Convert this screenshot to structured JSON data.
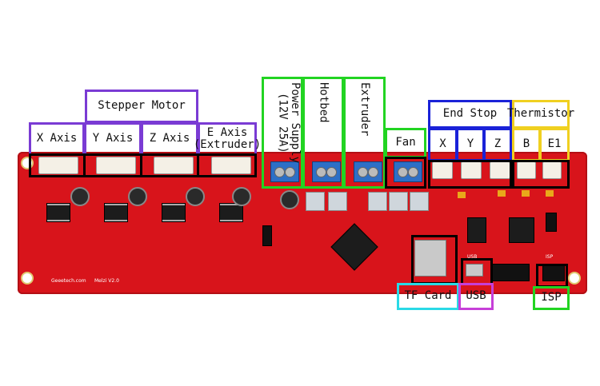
{
  "labels": {
    "stepper_motor": "Stepper Motor",
    "x_axis": "X Axis",
    "y_axis": "Y Axis",
    "z_axis": "Z Axis",
    "e_axis": "E Axis\n(Extruder)",
    "power_supply": "Power Supply\n(12V 25A)",
    "hotbed": "Hotbed",
    "extruder": "Extruder",
    "fan": "Fan",
    "end_stop": "End Stop",
    "x": "X",
    "y": "Y",
    "z": "Z",
    "thermistor": "Thermistor",
    "b": "B",
    "e1": "E1",
    "tf_card": "TF Card",
    "usb": "USB",
    "isp": "ISP"
  },
  "silkscreen": {
    "brand": "Geeetech.com",
    "model": "Melzi V2.0",
    "usb": "USB",
    "isp": "ISP"
  },
  "colors": {
    "stepper": "#7a3bd4",
    "power": "#22d422",
    "endstop": "#1a22d8",
    "thermistor": "#f0d020",
    "tfcard": "#2ad9e6",
    "usb": "#c63fd8",
    "isp": "#22d422",
    "board": "#d8141b"
  }
}
